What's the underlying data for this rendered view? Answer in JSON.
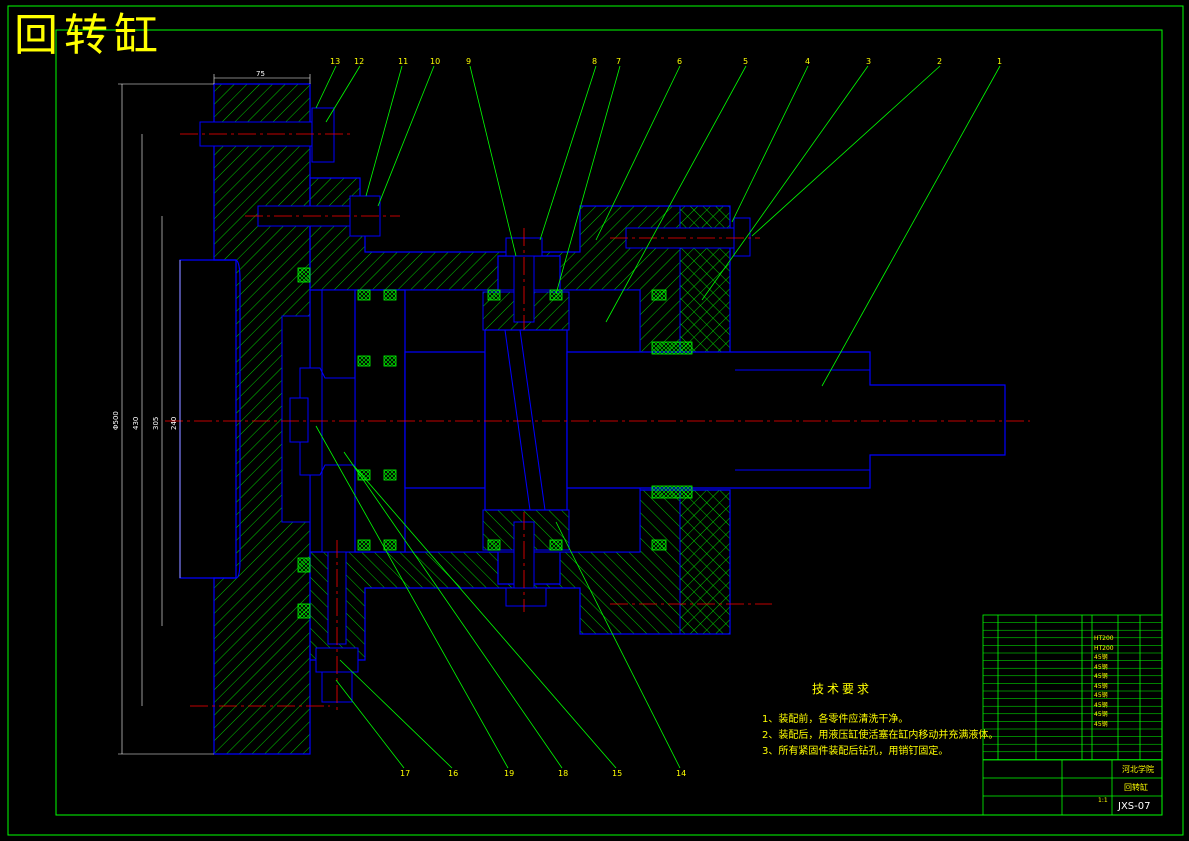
{
  "title": "回转缸",
  "part_labels_top": [
    "13",
    "12",
    "11",
    "10",
    "9",
    "8",
    "7",
    "6",
    "5",
    "4",
    "3",
    "2",
    "1"
  ],
  "part_labels_bottom": [
    "17",
    "16",
    "19",
    "18",
    "15",
    "14"
  ],
  "dimensions": {
    "width": "75",
    "d1": "Φ500",
    "d2": "430",
    "d3": "305",
    "d4": "240"
  },
  "tech_req": {
    "heading": "技术要求",
    "items": [
      "1、装配前，各零件应清洗干净。",
      "2、装配后，用液压缸使活塞在缸内移动并充满液体。",
      "3、所有紧固件装配后钻孔，用销钉固定。"
    ]
  },
  "title_block": {
    "school": "河北学院",
    "drawing_name": "回转缸",
    "drawing_no": "JXS-07",
    "ratio": "1:1",
    "materials": [
      "HT200",
      "HT200",
      "45钢",
      "45钢",
      "45钢",
      "45钢",
      "45钢",
      "45钢",
      "45钢",
      "45钢"
    ]
  },
  "colors": {
    "outline": "#0000ff",
    "hatch": "#00ff00",
    "center": "#ff0000",
    "text": "#ffff00",
    "frame": "#00ff00"
  }
}
